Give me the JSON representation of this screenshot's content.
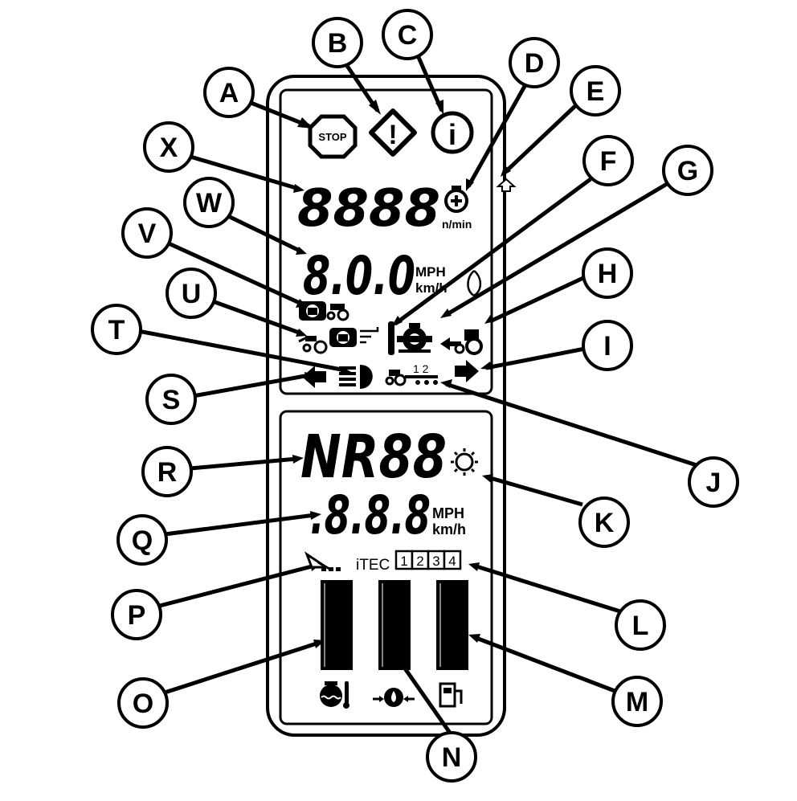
{
  "callouts": {
    "A": "A",
    "B": "B",
    "C": "C",
    "D": "D",
    "E": "E",
    "F": "F",
    "G": "G",
    "H": "H",
    "I": "I",
    "J": "J",
    "K": "K",
    "L": "L",
    "M": "M",
    "N": "N",
    "O": "O",
    "P": "P",
    "Q": "Q",
    "R": "R",
    "S": "S",
    "T": "T",
    "U": "U",
    "V": "V",
    "W": "W",
    "X": "X"
  },
  "display": {
    "stop_label": "STOP",
    "info_glyph": "i",
    "caution_glyph": "!",
    "engine_rpm_digits": "8888",
    "rpm_unit": "n/min",
    "ground_speed_digits": "8.0.0",
    "speed_unit_mph": "MPH",
    "speed_unit_kmh": "km/h",
    "gear_display": "NR88",
    "lower_speed_digits": ".8.8.8",
    "lower_unit_mph": "MPH",
    "lower_unit_kmh": "km/h",
    "itec_label": "iTEC",
    "itec_sequence_numbers": [
      "1",
      "2",
      "3",
      "4"
    ],
    "implement_numbers": "1 2"
  },
  "icons": {
    "stop": "stop-sign-icon",
    "caution": "caution-icon",
    "info": "information-icon",
    "engine_rpm": "engine-rpm-icon",
    "shift_up": "shift-up-arrow-icon",
    "hitch": "hitch-position-icon",
    "pto": "pto-icon",
    "tractor_reverse": "tractor-reverse-icon",
    "turn_right": "right-turn-signal-icon",
    "turn_left": "left-turn-signal-icon",
    "headlight": "high-beam-icon",
    "trailer": "trailer-icon",
    "sun": "sun-icon",
    "itec": "itec-icon",
    "coolant": "coolant-temperature-icon",
    "oil": "oil-pressure-icon",
    "fuel": "fuel-icon"
  }
}
